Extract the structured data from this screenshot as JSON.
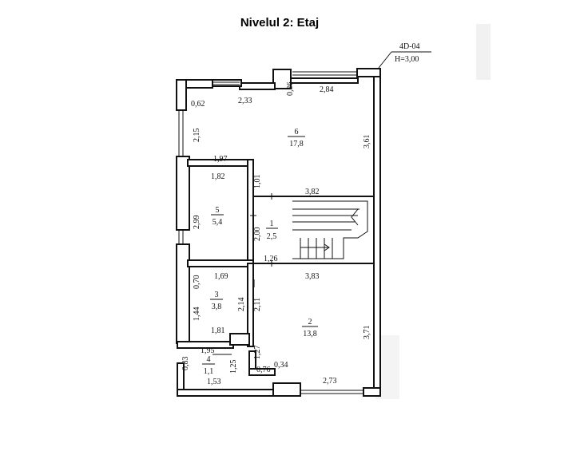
{
  "title": "Nivelul 2: Etaj",
  "sheet": {
    "code": "4D-04",
    "height": "H=3,00"
  },
  "rooms": [
    {
      "number": "6",
      "area": "17,8"
    },
    {
      "number": "5",
      "area": "5,4"
    },
    {
      "number": "1",
      "area": "2,5"
    },
    {
      "number": "3",
      "area": "3,8"
    },
    {
      "number": "2",
      "area": "13,8"
    },
    {
      "number": "4",
      "area": "1,1"
    }
  ],
  "dimensions": {
    "d_062": "0,62",
    "d_233": "2,33",
    "d_036": "0,36",
    "d_284": "2,84",
    "d_215": "2,15",
    "d_361": "3,61",
    "d_197": "1,97",
    "d_182": "1,82",
    "d_101": "1,01",
    "d_382": "3,82",
    "d_299": "2,99",
    "d_200": "2,00",
    "d_126": "1,26",
    "d_169": "1,69",
    "d_383": "3,83",
    "d_070": "0,70",
    "d_214": "2,14",
    "d_211": "2,11",
    "d_144": "1,44",
    "d_371": "3,71",
    "d_181": "1,81",
    "d_195": "1,95",
    "d_127": "1,27",
    "d_083": "0,83",
    "d_125": "1,25",
    "d_076": "0,76",
    "d_034": "0,34",
    "d_153": "1,53",
    "d_273": "2,73"
  }
}
